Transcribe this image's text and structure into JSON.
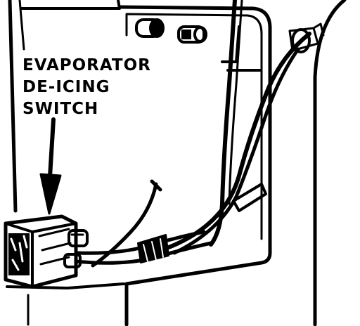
{
  "callout": {
    "lines": [
      "EVAPORATOR",
      "DE-ICING",
      "SWITCH"
    ]
  },
  "colors": {
    "ink": "#000000",
    "paper": "#ffffff"
  }
}
